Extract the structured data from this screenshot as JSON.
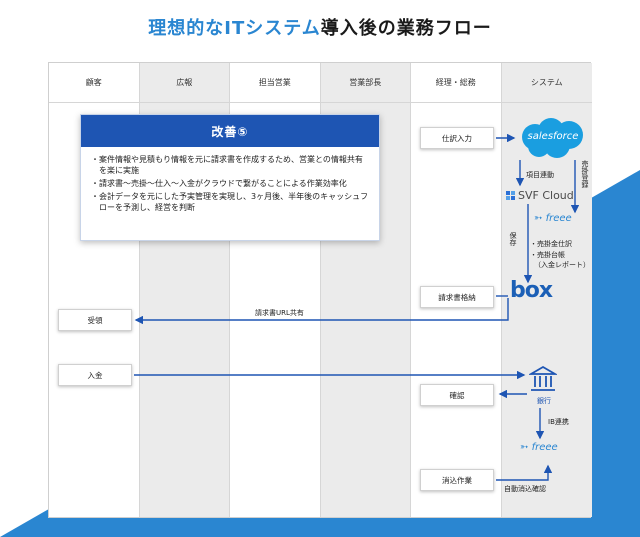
{
  "title": {
    "accent": "理想的なITシステム",
    "rest": "導入後の業務フロー"
  },
  "lanes": [
    "顧客",
    "広報",
    "担当営業",
    "営業部長",
    "経理・総務",
    "システム"
  ],
  "kaizen": {
    "title": "改善⑤",
    "items": [
      "案件情報や見積もり情報を元に請求書を作成するため、営業との情報共有を楽に実施",
      "請求書〜売掛〜仕入〜入金がクラウドで繋がることによる作業効率化",
      "会計データを元にした予実管理を実現し、3ヶ月後、半年後のキャッシュフローを予測し、経営を判断"
    ]
  },
  "nodes": {
    "shiire": "仕訳入力",
    "seikyu": "請求書格納",
    "juryo": "受領",
    "nyukin": "入金",
    "kakunin": "確認",
    "keshikomi": "消込作業"
  },
  "systems": {
    "salesforce": "salesforce",
    "svf": "SVF Cloud",
    "freee": "freee",
    "box": "box",
    "bank": "銀行"
  },
  "labels": {
    "koumoku": "項目連動",
    "urikake_touroku": "売掛登録",
    "hozon": "保存",
    "ukekake": "・売掛金仕訳",
    "urikake_daicho": "・売掛台帳",
    "nyukin_report": "（入金レポート）",
    "url_share": "請求書URL共有",
    "ib": "IB連携",
    "auto": "自動消込確認"
  }
}
